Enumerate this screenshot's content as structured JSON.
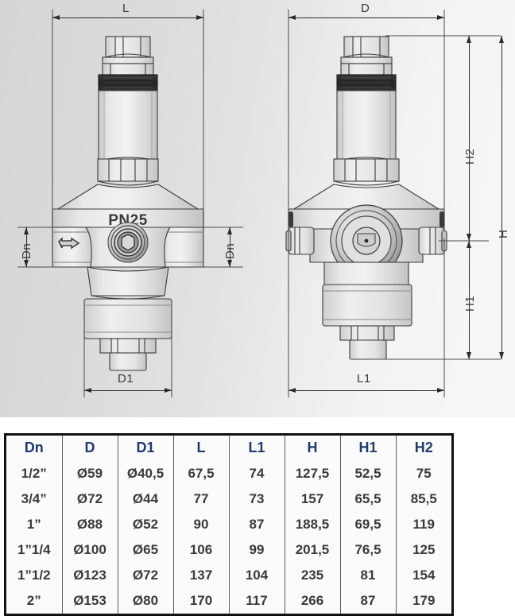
{
  "drawing": {
    "front_view": {
      "marking": "PN25",
      "dims": {
        "L": "L",
        "D1": "D1",
        "Dn_left": "Dn",
        "Dn_right": "Dn"
      },
      "flow_arrow": "flow-direction-arrow"
    },
    "side_view": {
      "dims": {
        "D": "D",
        "L1": "L1",
        "H": "H",
        "H1": "H1",
        "H2": "H2"
      }
    }
  },
  "table": {
    "headers": [
      "Dn",
      "D",
      "D1",
      "L",
      "L1",
      "H",
      "H1",
      "H2"
    ],
    "rows": [
      [
        "1/2”",
        "Ø59",
        "Ø40,5",
        "67,5",
        "74",
        "127,5",
        "52,5",
        "75"
      ],
      [
        "3/4”",
        "Ø72",
        "Ø44",
        "77",
        "73",
        "157",
        "65,5",
        "85,5"
      ],
      [
        "1”",
        "Ø88",
        "Ø52",
        "90",
        "87",
        "188,5",
        "69,5",
        "119"
      ],
      [
        "1”1/4",
        "Ø100",
        "Ø65",
        "106",
        "99",
        "201,5",
        "76,5",
        "125"
      ],
      [
        "1”1/2",
        "Ø123",
        "Ø72",
        "137",
        "104",
        "235",
        "81",
        "154"
      ],
      [
        "2”",
        "Ø153",
        "Ø80",
        "170",
        "117",
        "266",
        "87",
        "179"
      ]
    ],
    "header_color": "#1f3a6e",
    "value_color": "#3a3a3a"
  }
}
